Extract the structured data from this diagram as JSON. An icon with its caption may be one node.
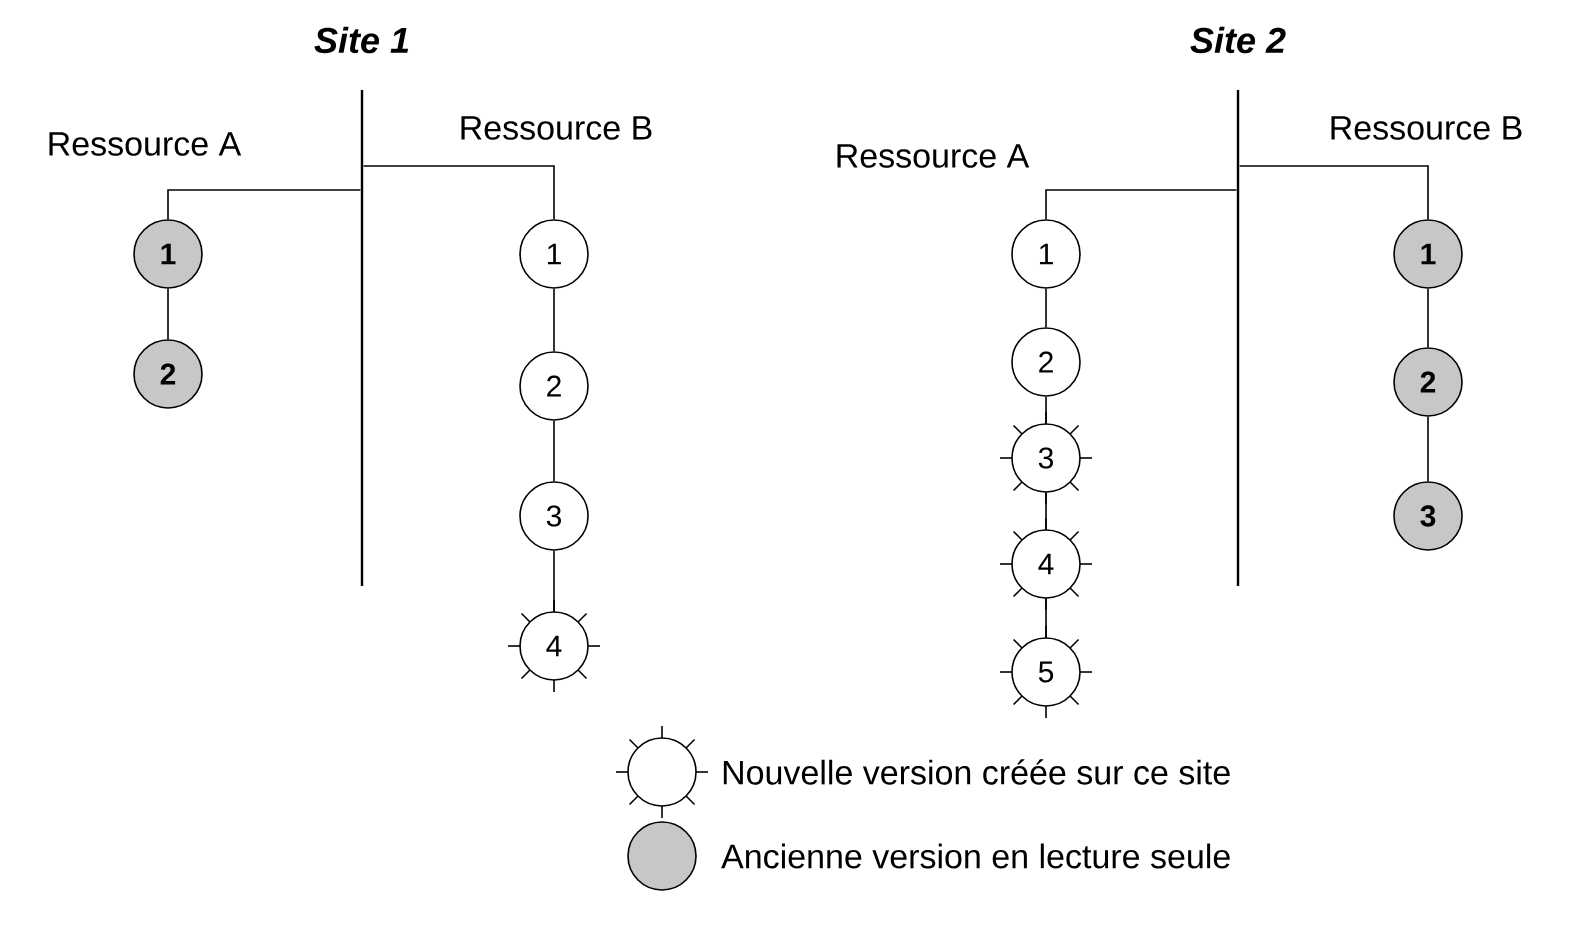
{
  "diagram": {
    "nodes": [
      {
        "text": [
          "1"
        ]
      },
      {
        "text": [
          "2"
        ]
      },
      {
        "text": [
          "1"
        ]
      },
      {
        "text": [
          "2"
        ]
      },
      {
        "text": [
          "3"
        ]
      },
      {
        "text": [
          "4"
        ]
      },
      {
        "text": [
          "1"
        ]
      },
      {
        "text": [
          "2"
        ]
      },
      {
        "text": [
          "3"
        ]
      },
      {
        "text": [
          "4"
        ]
      },
      {
        "text": [
          "5"
        ]
      },
      {
        "text": [
          "1"
        ]
      },
      {
        "text": [
          "2"
        ]
      },
      {
        "text": [
          "3"
        ]
      },
      {
        "text": [],
        "shape": "bar"
      },
      {
        "text": [],
        "shape": "bar"
      }
    ],
    "edges": [
      {
        "from": 0,
        "to": 1,
        "arrow": "none"
      },
      {
        "from": 2,
        "to": 3,
        "arrow": "none"
      },
      {
        "from": 3,
        "to": 4,
        "arrow": "none"
      },
      {
        "from": 4,
        "to": 5,
        "arrow": "none"
      },
      {
        "from": 6,
        "to": 7,
        "arrow": "none"
      },
      {
        "from": 7,
        "to": 8,
        "arrow": "none"
      },
      {
        "from": 8,
        "to": 9,
        "arrow": "none"
      },
      {
        "from": 9,
        "to": 10,
        "arrow": "none"
      },
      {
        "from": 11,
        "to": 12,
        "arrow": "none"
      },
      {
        "from": 12,
        "to": 13,
        "arrow": "none"
      },
      {
        "from": 14,
        "to": 0,
        "arrow": "none"
      },
      {
        "from": 14,
        "to": 2,
        "arrow": "none"
      },
      {
        "from": 15,
        "to": 6,
        "arrow": "none"
      },
      {
        "from": 15,
        "to": 11,
        "arrow": "none"
      }
    ],
    "labels": [
      "Site 1",
      "Site 2",
      "Ressource A",
      "Ressource B",
      "Ressource A",
      "Ressource B"
    ],
    "legend": [
      {
        "text": "Nouvelle version créée sur ce site"
      },
      {
        "text": "Ancienne version en lecture seule"
      }
    ]
  }
}
